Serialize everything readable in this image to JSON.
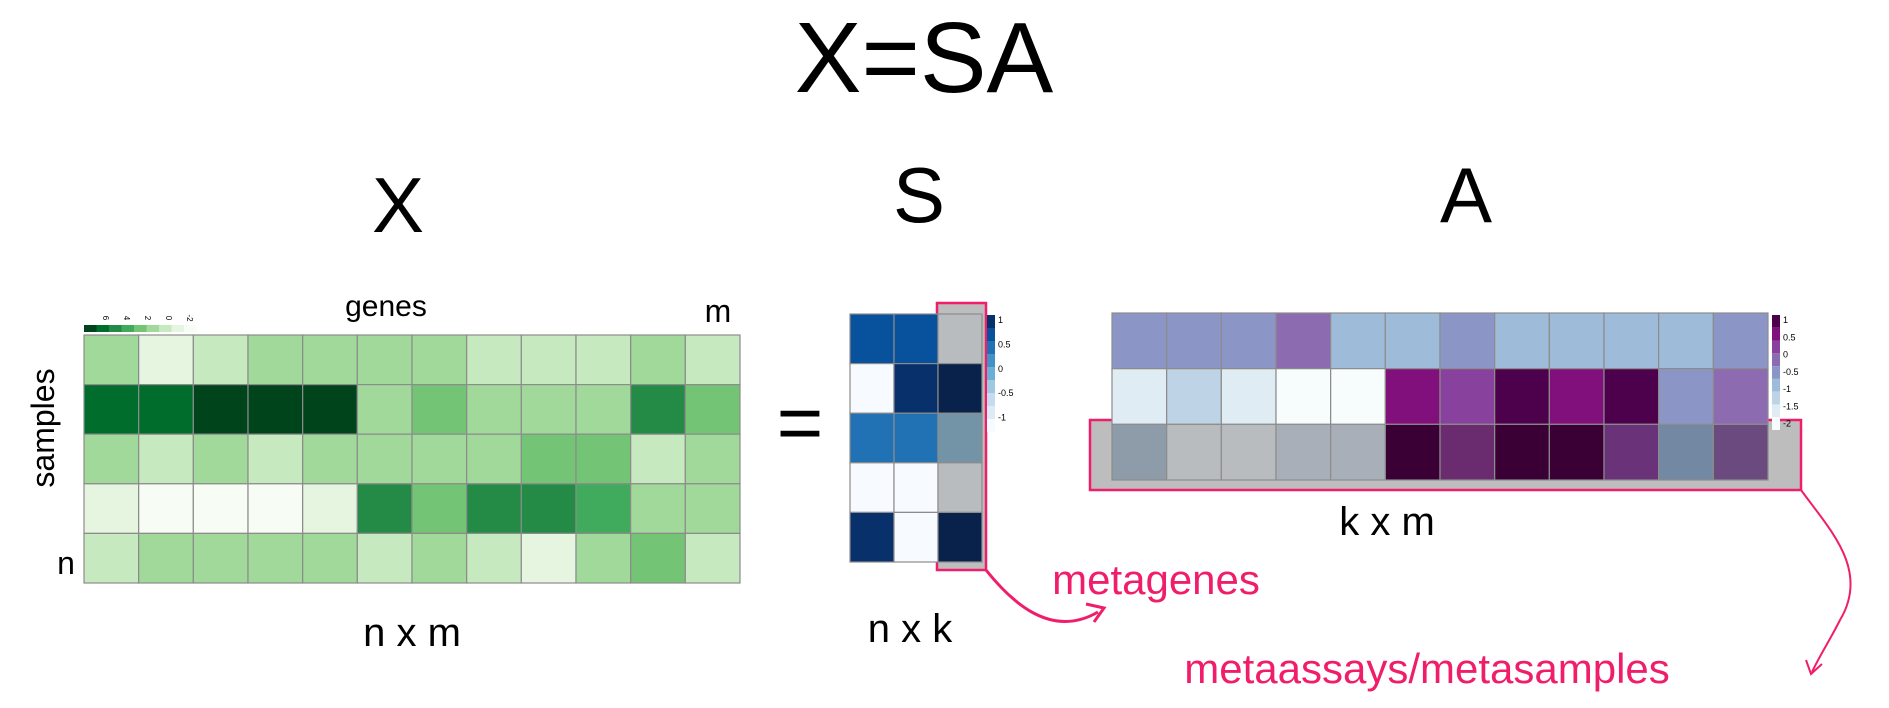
{
  "title": "X=SA",
  "matrices": {
    "X": {
      "label": "X",
      "top_label": "genes",
      "top_right_label": "m",
      "side_label": "samples",
      "bottom_left_label": "n",
      "dims": "n x m",
      "legend_ticks": [
        "6",
        "4",
        "2",
        "0",
        "-2"
      ],
      "legend_colors": [
        "#00441b",
        "#006d2c",
        "#238b45",
        "#41ab5d",
        "#74c476",
        "#a1d99b",
        "#c7e9c0",
        "#e5f5e0",
        "#f7fcf5"
      ],
      "cells": [
        [
          "#a1d99b",
          "#e5f5e0",
          "#c7e9c0",
          "#a1d99b",
          "#a1d99b",
          "#a1d99b",
          "#a1d99b",
          "#c7e9c0",
          "#c7e9c0",
          "#c7e9c0",
          "#a1d99b",
          "#c7e9c0"
        ],
        [
          "#006d2c",
          "#006d2c",
          "#00441b",
          "#00441b",
          "#00441b",
          "#a1d99b",
          "#74c476",
          "#a1d99b",
          "#a1d99b",
          "#a1d99b",
          "#238b45",
          "#74c476"
        ],
        [
          "#a1d99b",
          "#c7e9c0",
          "#a1d99b",
          "#c7e9c0",
          "#a1d99b",
          "#a1d99b",
          "#a1d99b",
          "#a1d99b",
          "#74c476",
          "#74c476",
          "#c7e9c0",
          "#a1d99b"
        ],
        [
          "#e5f5e0",
          "#f7fcf5",
          "#f7fcf5",
          "#f7fcf5",
          "#e5f5e0",
          "#238b45",
          "#74c476",
          "#238b45",
          "#238b45",
          "#41ab5d",
          "#a1d99b",
          "#a1d99b"
        ],
        [
          "#c7e9c0",
          "#a1d99b",
          "#a1d99b",
          "#a1d99b",
          "#a1d99b",
          "#c7e9c0",
          "#a1d99b",
          "#c7e9c0",
          "#e5f5e0",
          "#a1d99b",
          "#74c476",
          "#c7e9c0"
        ]
      ]
    },
    "equals": "=",
    "S": {
      "label": "S",
      "dims": "n x k",
      "legend_ticks": [
        "1",
        "0.5",
        "0",
        "-0.5",
        "-1"
      ],
      "legend_colors": [
        "#08306b",
        "#08519c",
        "#2171b5",
        "#4292c6",
        "#6baed6",
        "#9ecae1",
        "#c6dbef",
        "#deebf7",
        "#f7fbff"
      ],
      "cells": [
        [
          "#08519c",
          "#08519c",
          "#b8bcbf"
        ],
        [
          "#f7fbff",
          "#08306b",
          "#08224b"
        ],
        [
          "#2171b5",
          "#2171b5",
          "#7393a7"
        ],
        [
          "#f7fbff",
          "#f7fbff",
          "#b8bcbf"
        ],
        [
          "#08306b",
          "#f7fbff",
          "#08224b"
        ]
      ],
      "highlight_label": "metagenes"
    },
    "A": {
      "label": "A",
      "dims": "k x m",
      "legend_ticks": [
        "1",
        "0.5",
        "0",
        "-0.5",
        "-1",
        "-1.5",
        "-2"
      ],
      "legend_colors": [
        "#4d004b",
        "#810f7c",
        "#88419d",
        "#8c6bb1",
        "#8c96c6",
        "#9ebcda",
        "#bfd3e6",
        "#e0ecf4",
        "#f7fcfd"
      ],
      "cells": [
        [
          "#8c96c6",
          "#8c96c6",
          "#8c96c6",
          "#8c6bb1",
          "#9ebcda",
          "#9ebcda",
          "#8c96c6",
          "#9ebcda",
          "#9ebcda",
          "#9ebcda",
          "#9ebcda",
          "#8c96c6"
        ],
        [
          "#e0ecf4",
          "#bfd3e6",
          "#e0ecf4",
          "#f7fcfd",
          "#f7fcfd",
          "#810f7c",
          "#88419d",
          "#4d004b",
          "#810f7c",
          "#4d004b",
          "#8c96c6",
          "#8c6bb1"
        ],
        [
          "#8e9ba8",
          "#b8bcbf",
          "#b8bcbf",
          "#a8afb8",
          "#a8afb8",
          "#3a0035",
          "#6a2c6e",
          "#3a0035",
          "#3a0035",
          "#6a3278",
          "#7388a2",
          "#6b4a80"
        ]
      ],
      "highlight_label": "metaassays/metasamples"
    }
  },
  "highlight_color": "#f01e6a"
}
